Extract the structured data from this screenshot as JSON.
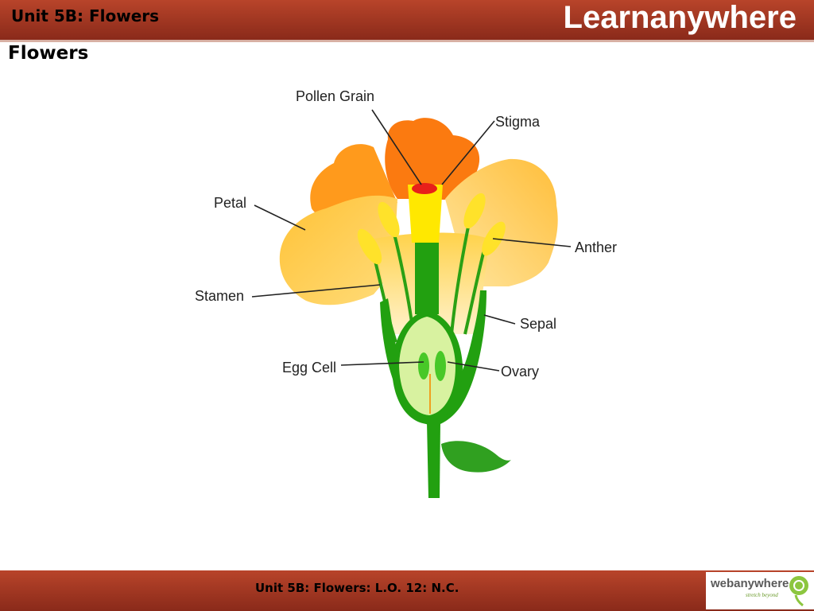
{
  "header": {
    "unit_title": "Unit 5B: Flowers",
    "brand": "Learnanywhere"
  },
  "page_title": "Flowers",
  "diagram": {
    "labels": {
      "pollen_grain": "Pollen Grain",
      "stigma": "Stigma",
      "petal": "Petal",
      "anther": "Anther",
      "stamen": "Stamen",
      "sepal": "Sepal",
      "egg_cell": "Egg Cell",
      "ovary": "Ovary"
    }
  },
  "footer": {
    "text": "Unit 5B: Flowers: L.O. 12: N.C.",
    "logo_name": "webanywhere",
    "logo_tagline": "stretch beyond"
  },
  "colors": {
    "bar": "#a33a22",
    "petal_orange": "#fb8c1e",
    "petal_yellow": "#ffc63a",
    "stem_green": "#22a010",
    "stigma_red": "#e8201a"
  }
}
